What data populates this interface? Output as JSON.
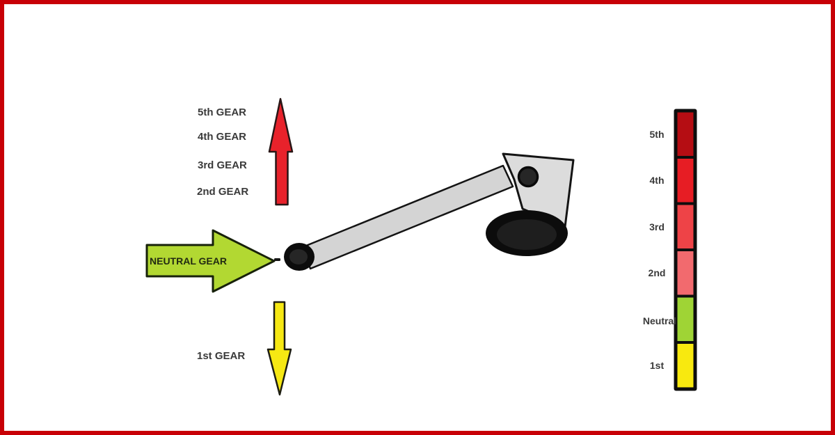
{
  "frame": {
    "border_color": "#c80006",
    "background": "#ffffff"
  },
  "labels": {
    "up_gears": [
      "5th GEAR",
      "4th GEAR",
      "3rd GEAR",
      "2nd GEAR"
    ],
    "down_gear": "1st GEAR",
    "neutral": "NEUTRAL GEAR"
  },
  "scale": {
    "items": [
      {
        "label": "5th",
        "color": "#b50d13"
      },
      {
        "label": "4th",
        "color": "#e71d24"
      },
      {
        "label": "3rd",
        "color": "#ee4347"
      },
      {
        "label": "2nd",
        "color": "#f26a6e"
      },
      {
        "label": "Neutral",
        "color": "#9fd435"
      },
      {
        "label": "1st",
        "color": "#f8e90f"
      }
    ]
  },
  "colors": {
    "up_arrow": "#e8222b",
    "neutral_arrow": "#b2d832",
    "down_arrow": "#f6e813",
    "outline": "#1b1b1b",
    "lever_gray": "#d4d4d4",
    "plate_gray": "#dcdcdc",
    "pedal_black": "#0c0c0c",
    "text": "#3a3a3a"
  }
}
